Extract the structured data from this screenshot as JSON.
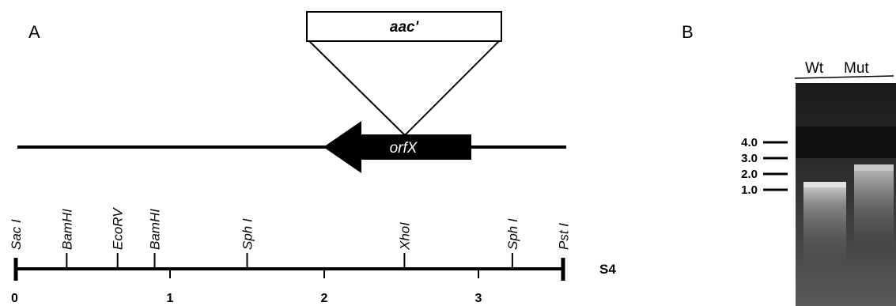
{
  "panel_a": {
    "label": "A",
    "insert_label": "aac'",
    "gene_label": "orfX",
    "clone_label": "S4",
    "restriction_sites": [
      {
        "name": "Sac I",
        "position_kb": 0.0
      },
      {
        "name": "BamHI",
        "position_kb": 0.33
      },
      {
        "name": "EcoRV",
        "position_kb": 0.66
      },
      {
        "name": "BamHI",
        "position_kb": 0.9
      },
      {
        "name": "Sph I",
        "position_kb": 1.5
      },
      {
        "name": "XhoI",
        "position_kb": 2.52
      },
      {
        "name": "Sph I",
        "position_kb": 3.22
      },
      {
        "name": "Pst I",
        "position_kb": 3.55
      }
    ],
    "scale_ticks": [
      "0",
      "1",
      "2",
      "3"
    ]
  },
  "panel_b": {
    "label": "B",
    "lanes": [
      "Wt",
      "Mut"
    ],
    "size_markers": [
      "4.0",
      "3.0",
      "2.0",
      "1.0"
    ]
  }
}
